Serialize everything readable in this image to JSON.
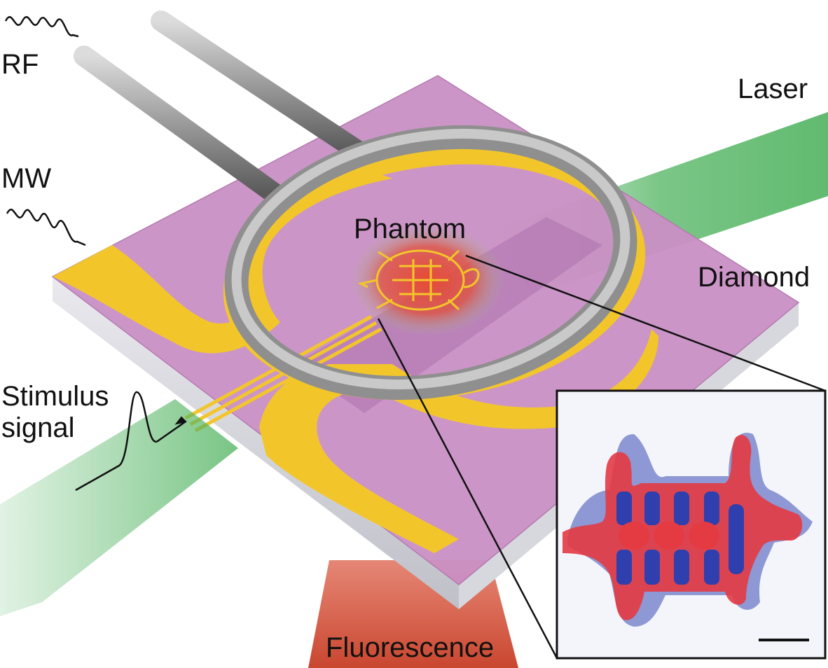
{
  "labels": {
    "rf": "RF",
    "mw": "MW",
    "laser": "Laser",
    "diamond": "Diamond",
    "phantom": "Phantom",
    "stimulus_line1": "Stimulus",
    "stimulus_line2": "signal",
    "fluorescence": "Fluorescence"
  },
  "colors": {
    "diamond": "#c98fc4",
    "gold": "#f2c62b",
    "laser": "#4fb35f",
    "fluorescence": "#d9533a",
    "wire": "#9a9a9a",
    "map_positive": "#e43a42",
    "map_negative": "#2f3fae"
  }
}
